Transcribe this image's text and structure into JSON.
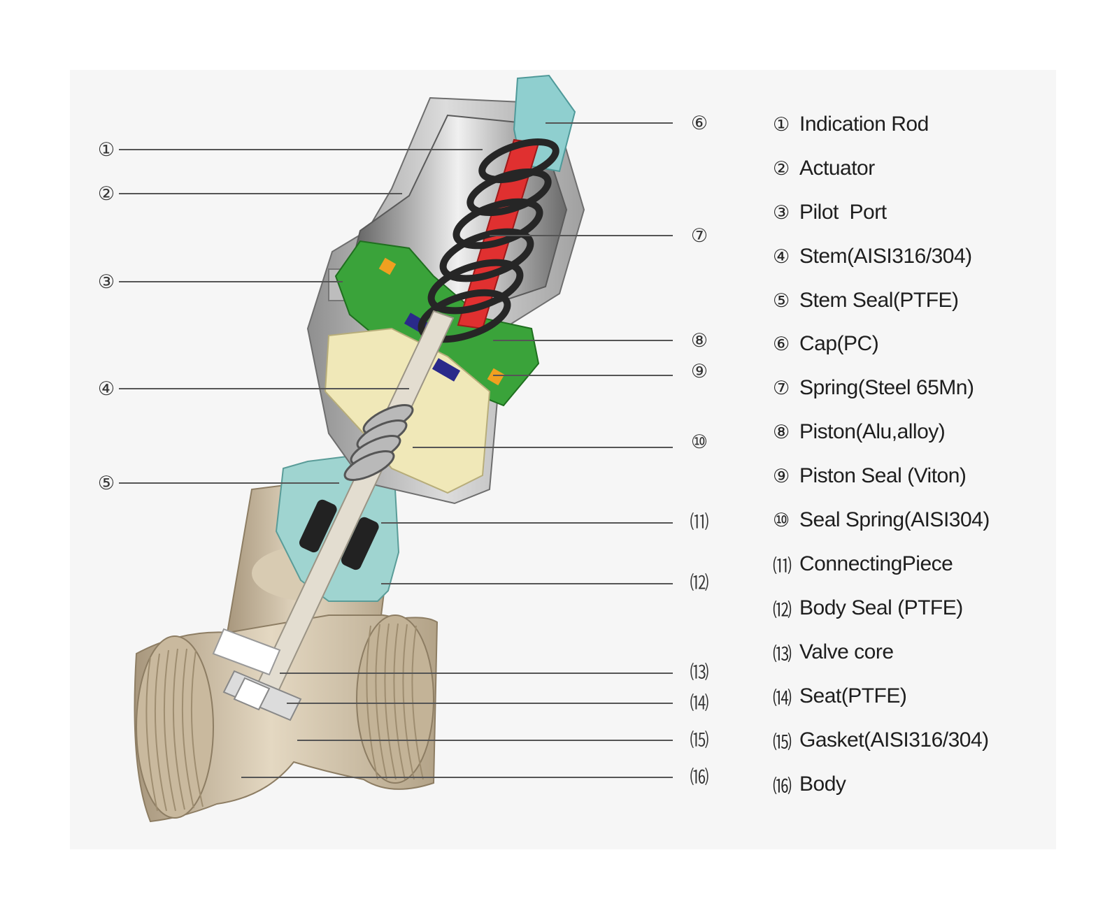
{
  "parts": [
    {
      "num": "①",
      "label": "Indication Rod"
    },
    {
      "num": "②",
      "label": "Actuator"
    },
    {
      "num": "③",
      "label": "Pilot  Port"
    },
    {
      "num": "④",
      "label": "Stem(AISI316/304)"
    },
    {
      "num": "⑤",
      "label": "Stem Seal(PTFE)"
    },
    {
      "num": "⑥",
      "label": "Cap(PC)"
    },
    {
      "num": "⑦",
      "label": "Spring(Steel 65Mn)"
    },
    {
      "num": "⑧",
      "label": "Piston(Alu,alloy)"
    },
    {
      "num": "⑨",
      "label": "Piston Seal (Viton)"
    },
    {
      "num": "⑩",
      "label": "Seal Spring(AISI304)"
    },
    {
      "num": "⑾",
      "label": "ConnectingPiece"
    },
    {
      "num": "⑿",
      "label": "Body Seal (PTFE)"
    },
    {
      "num": "⒀",
      "label": "Valve core"
    },
    {
      "num": "⒁",
      "label": "Seat(PTFE)"
    },
    {
      "num": "⒂",
      "label": "Gasket(AISI316/304)"
    },
    {
      "num": "⒃",
      "label": "Body"
    }
  ],
  "colors": {
    "body": "#cdbfa8",
    "actuator": "#b9b9b9",
    "cap": "#8fcfcf",
    "spring": "#262626",
    "rod": "#e03030",
    "piston": "#3aa33a",
    "stem": "#e3ddd0",
    "yellow": "#f0e8b8",
    "teal": "#9fd4d0"
  }
}
